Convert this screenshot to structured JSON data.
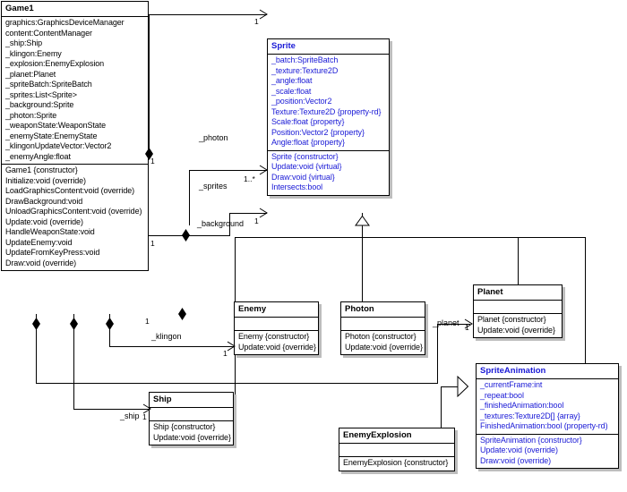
{
  "diagram": {
    "title": "Game1 class diagram",
    "colors": {
      "class_text_blue": "#1a1ad6",
      "class_text_black": "#000000",
      "line": "#000000",
      "background": "#ffffff",
      "shadow": "#bdbdbd"
    }
  },
  "classes": {
    "game1": {
      "name": "Game1",
      "attributes": [
        "graphics:GraphicsDeviceManager",
        "content:ContentManager",
        "_ship:Ship",
        "_klingon:Enemy",
        "_explosion:EnemyExplosion",
        "_planet:Planet",
        "_spriteBatch:SpriteBatch",
        "_sprites:List<Sprite>",
        "_background:Sprite",
        "_photon:Sprite",
        "_weaponState:WeaponState",
        "_enemyState:EnemyState",
        "_klingonUpdateVector:Vector2",
        "_enemyAngle:float"
      ],
      "operations": [
        "Game1 {constructor}",
        "Initialize:void (override)",
        "LoadGraphicsContent:void (override)",
        "DrawBackground:void",
        "UnloadGraphicsContent:void (override)",
        "Update:void (override)",
        "HandleWeaponState:void",
        "UpdateEnemy:void",
        "UpdateFromKeyPress:void",
        "Draw:void (override)"
      ]
    },
    "sprite": {
      "name": "Sprite",
      "attributes": [
        "_batch:SpriteBatch",
        "_texture:Texture2D",
        "_angle:float",
        "_scale:float",
        "_position:Vector2",
        "Texture:Texture2D {property-rd}",
        "Scale:float {property}",
        "Position:Vector2 {property}",
        "Angle:float {property}"
      ],
      "operations": [
        "Sprite {constructor}",
        "Update:void {virtual}",
        "Draw:void {virtual}",
        "Intersects:bool"
      ]
    },
    "enemy": {
      "name": "Enemy",
      "attributes": [],
      "operations": [
        "Enemy {constructor}",
        "Update:void {override}"
      ]
    },
    "photon": {
      "name": "Photon",
      "attributes": [],
      "operations": [
        "Photon {constructor}",
        "Update:void {override}"
      ]
    },
    "planet": {
      "name": "Planet",
      "attributes": [],
      "operations": [
        "Planet {constructor}",
        "Update:void {override}"
      ]
    },
    "ship": {
      "name": "Ship",
      "attributes": [],
      "operations": [
        "Ship {constructor}",
        "Update:void {override}"
      ]
    },
    "spriteanimation": {
      "name": "SpriteAnimation",
      "attributes": [
        "_currentFrame:int",
        "_repeat:bool",
        "_finishedAnimation:bool",
        "_textures:Texture2D[] {array}",
        "FinishedAnimation:bool (property-rd)"
      ],
      "operations": [
        "SpriteAnimation {constructor}",
        "Update:void (override)",
        "Draw:void (override)"
      ]
    },
    "enemyexplosion": {
      "name": "EnemyExplosion",
      "attributes": [],
      "operations": [
        "EnemyExplosion {constructor}"
      ]
    }
  },
  "associations": [
    {
      "id": "photon",
      "label": "_photon",
      "source_mult": "1",
      "target_mult": "1",
      "from": "game1",
      "to": "sprite"
    },
    {
      "id": "sprites",
      "label": "_sprites",
      "source_mult": "1",
      "target_mult": "1..*",
      "from": "game1",
      "to": "sprite"
    },
    {
      "id": "background",
      "label": "_background",
      "source_mult": "1",
      "target_mult": "1",
      "from": "game1",
      "to": "sprite"
    },
    {
      "id": "klingon",
      "label": "_klingon",
      "source_mult": "1",
      "target_mult": "1",
      "from": "game1",
      "to": "enemy"
    },
    {
      "id": "ship",
      "label": "_ship",
      "source_mult": "",
      "target_mult": "1",
      "from": "game1",
      "to": "ship"
    },
    {
      "id": "planet",
      "label": "_planet",
      "source_mult": "",
      "target_mult": "1",
      "from": "game1",
      "to": "planet"
    }
  ],
  "generalizations": [
    {
      "id": "enemy-sprite",
      "from": "enemy",
      "to": "sprite"
    },
    {
      "id": "photon-sprite",
      "from": "photon",
      "to": "sprite"
    },
    {
      "id": "planet-sprite",
      "from": "planet",
      "to": "sprite"
    },
    {
      "id": "ship-sprite",
      "from": "ship",
      "to": "sprite"
    },
    {
      "id": "spriteanim-sprite",
      "from": "spriteanimation",
      "to": "sprite"
    },
    {
      "id": "explosion-anim",
      "from": "enemyexplosion",
      "to": "spriteanimation"
    }
  ]
}
